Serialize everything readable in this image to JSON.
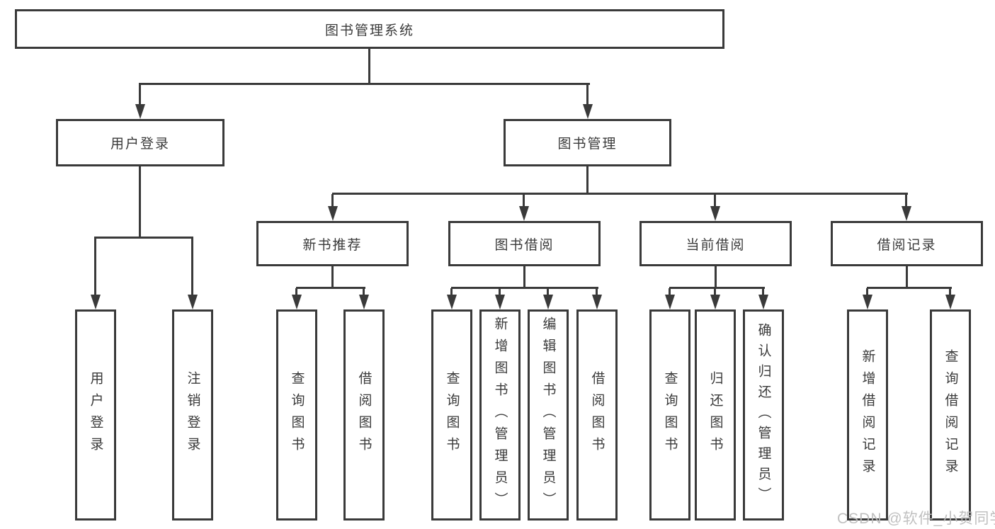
{
  "page": {
    "watermark": "CSDN @软件_小贺同学"
  },
  "colors": {
    "line": "#3a3a3a",
    "text": "#3a3a3a",
    "watermark": "#bdbdbd",
    "background": "#ffffff"
  },
  "tree": {
    "root": "图书管理系统",
    "level2": {
      "user_login": "用户登录",
      "book_management": "图书管理"
    },
    "level3": {
      "new_book_recommend": "新书推荐",
      "book_borrow": "图书借阅",
      "current_borrow": "当前借阅",
      "borrow_records": "借阅记录"
    },
    "leaves": {
      "user_login": [
        "用户登录",
        "注销登录"
      ],
      "new_book_recommend": [
        "查询图书",
        "借阅图书"
      ],
      "book_borrow": [
        "查询图书",
        "新增图书（管理员）",
        "编辑图书（管理员）",
        "借阅图书"
      ],
      "current_borrow": [
        "查询图书",
        "归还图书",
        "确认归还（管理员）"
      ],
      "borrow_records": [
        "新增借阅记录",
        "查询借阅记录"
      ]
    }
  }
}
